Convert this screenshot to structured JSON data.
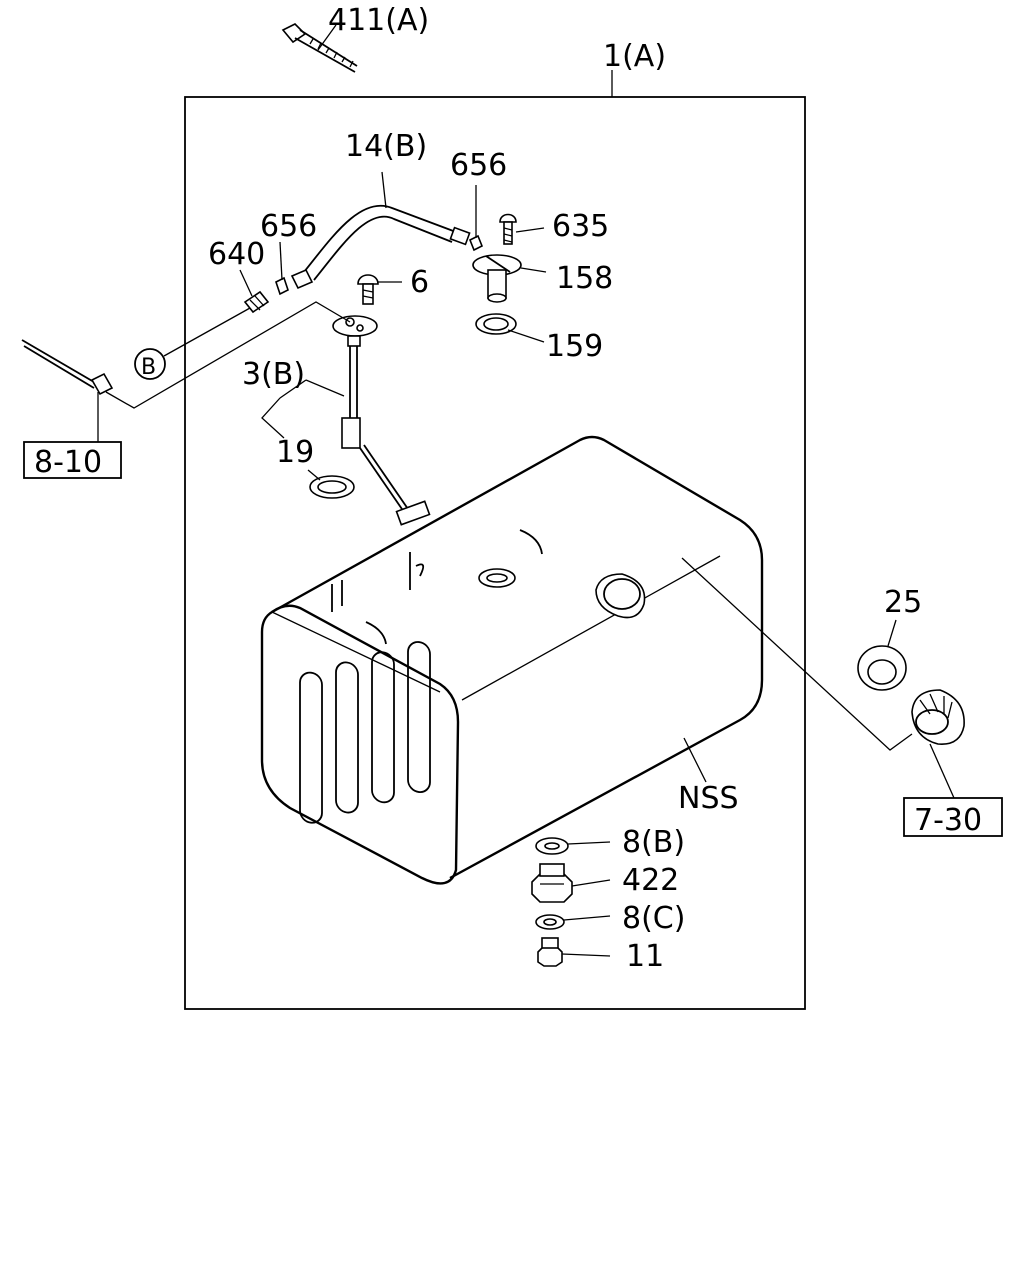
{
  "labels": {
    "p411a": "411(A)",
    "p1a": "1(A)",
    "p14b": "14(B)",
    "p656_top": "656",
    "p656_left": "656",
    "p635": "635",
    "p640": "640",
    "p6": "6",
    "p158": "158",
    "p159": "159",
    "p3b": "3(B)",
    "p19": "19",
    "ref_b": "B",
    "ref_8_10": "8-10",
    "p25": "25",
    "nss": "NSS",
    "ref_7_30": "7-30",
    "p8b": "8(B)",
    "p422": "422",
    "p8c": "8(C)",
    "p11": "11"
  }
}
